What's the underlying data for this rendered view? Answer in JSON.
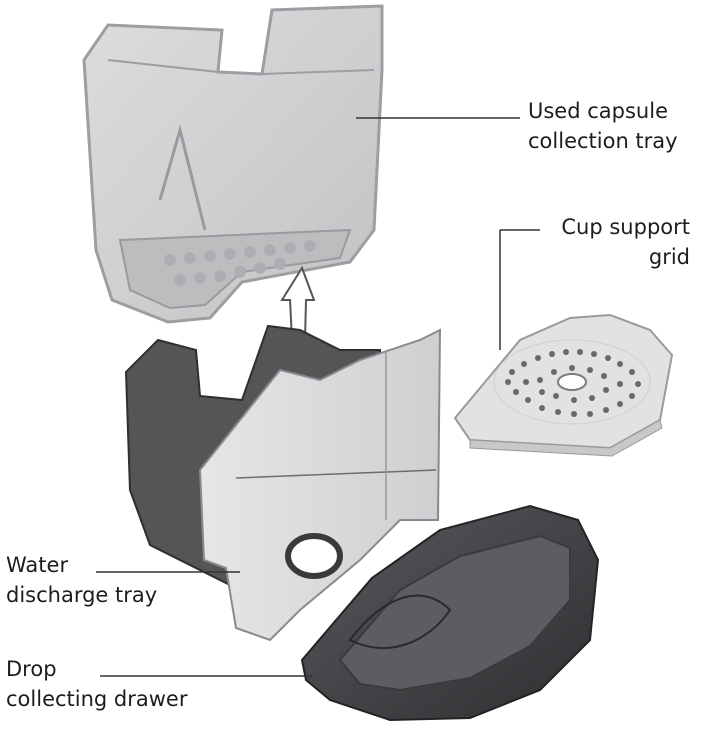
{
  "labels": {
    "used_capsule": [
      "Used capsule",
      "collection tray"
    ],
    "cup_support": [
      "Cup support",
      "grid"
    ],
    "water_discharge": [
      "Water",
      "discharge tray"
    ],
    "drop_drawer": [
      "Drop",
      "collecting drawer"
    ]
  },
  "colors": {
    "capsule_tray": "#c9c9cb",
    "capsule_tray_edge": "#8e8e92",
    "discharge_body": "#555558",
    "discharge_front": "#dcdcde",
    "grid_plate": "#e2e2e4",
    "drawer": "#4a4a4d",
    "leader": "#333333",
    "text": "#1d1d1b"
  }
}
